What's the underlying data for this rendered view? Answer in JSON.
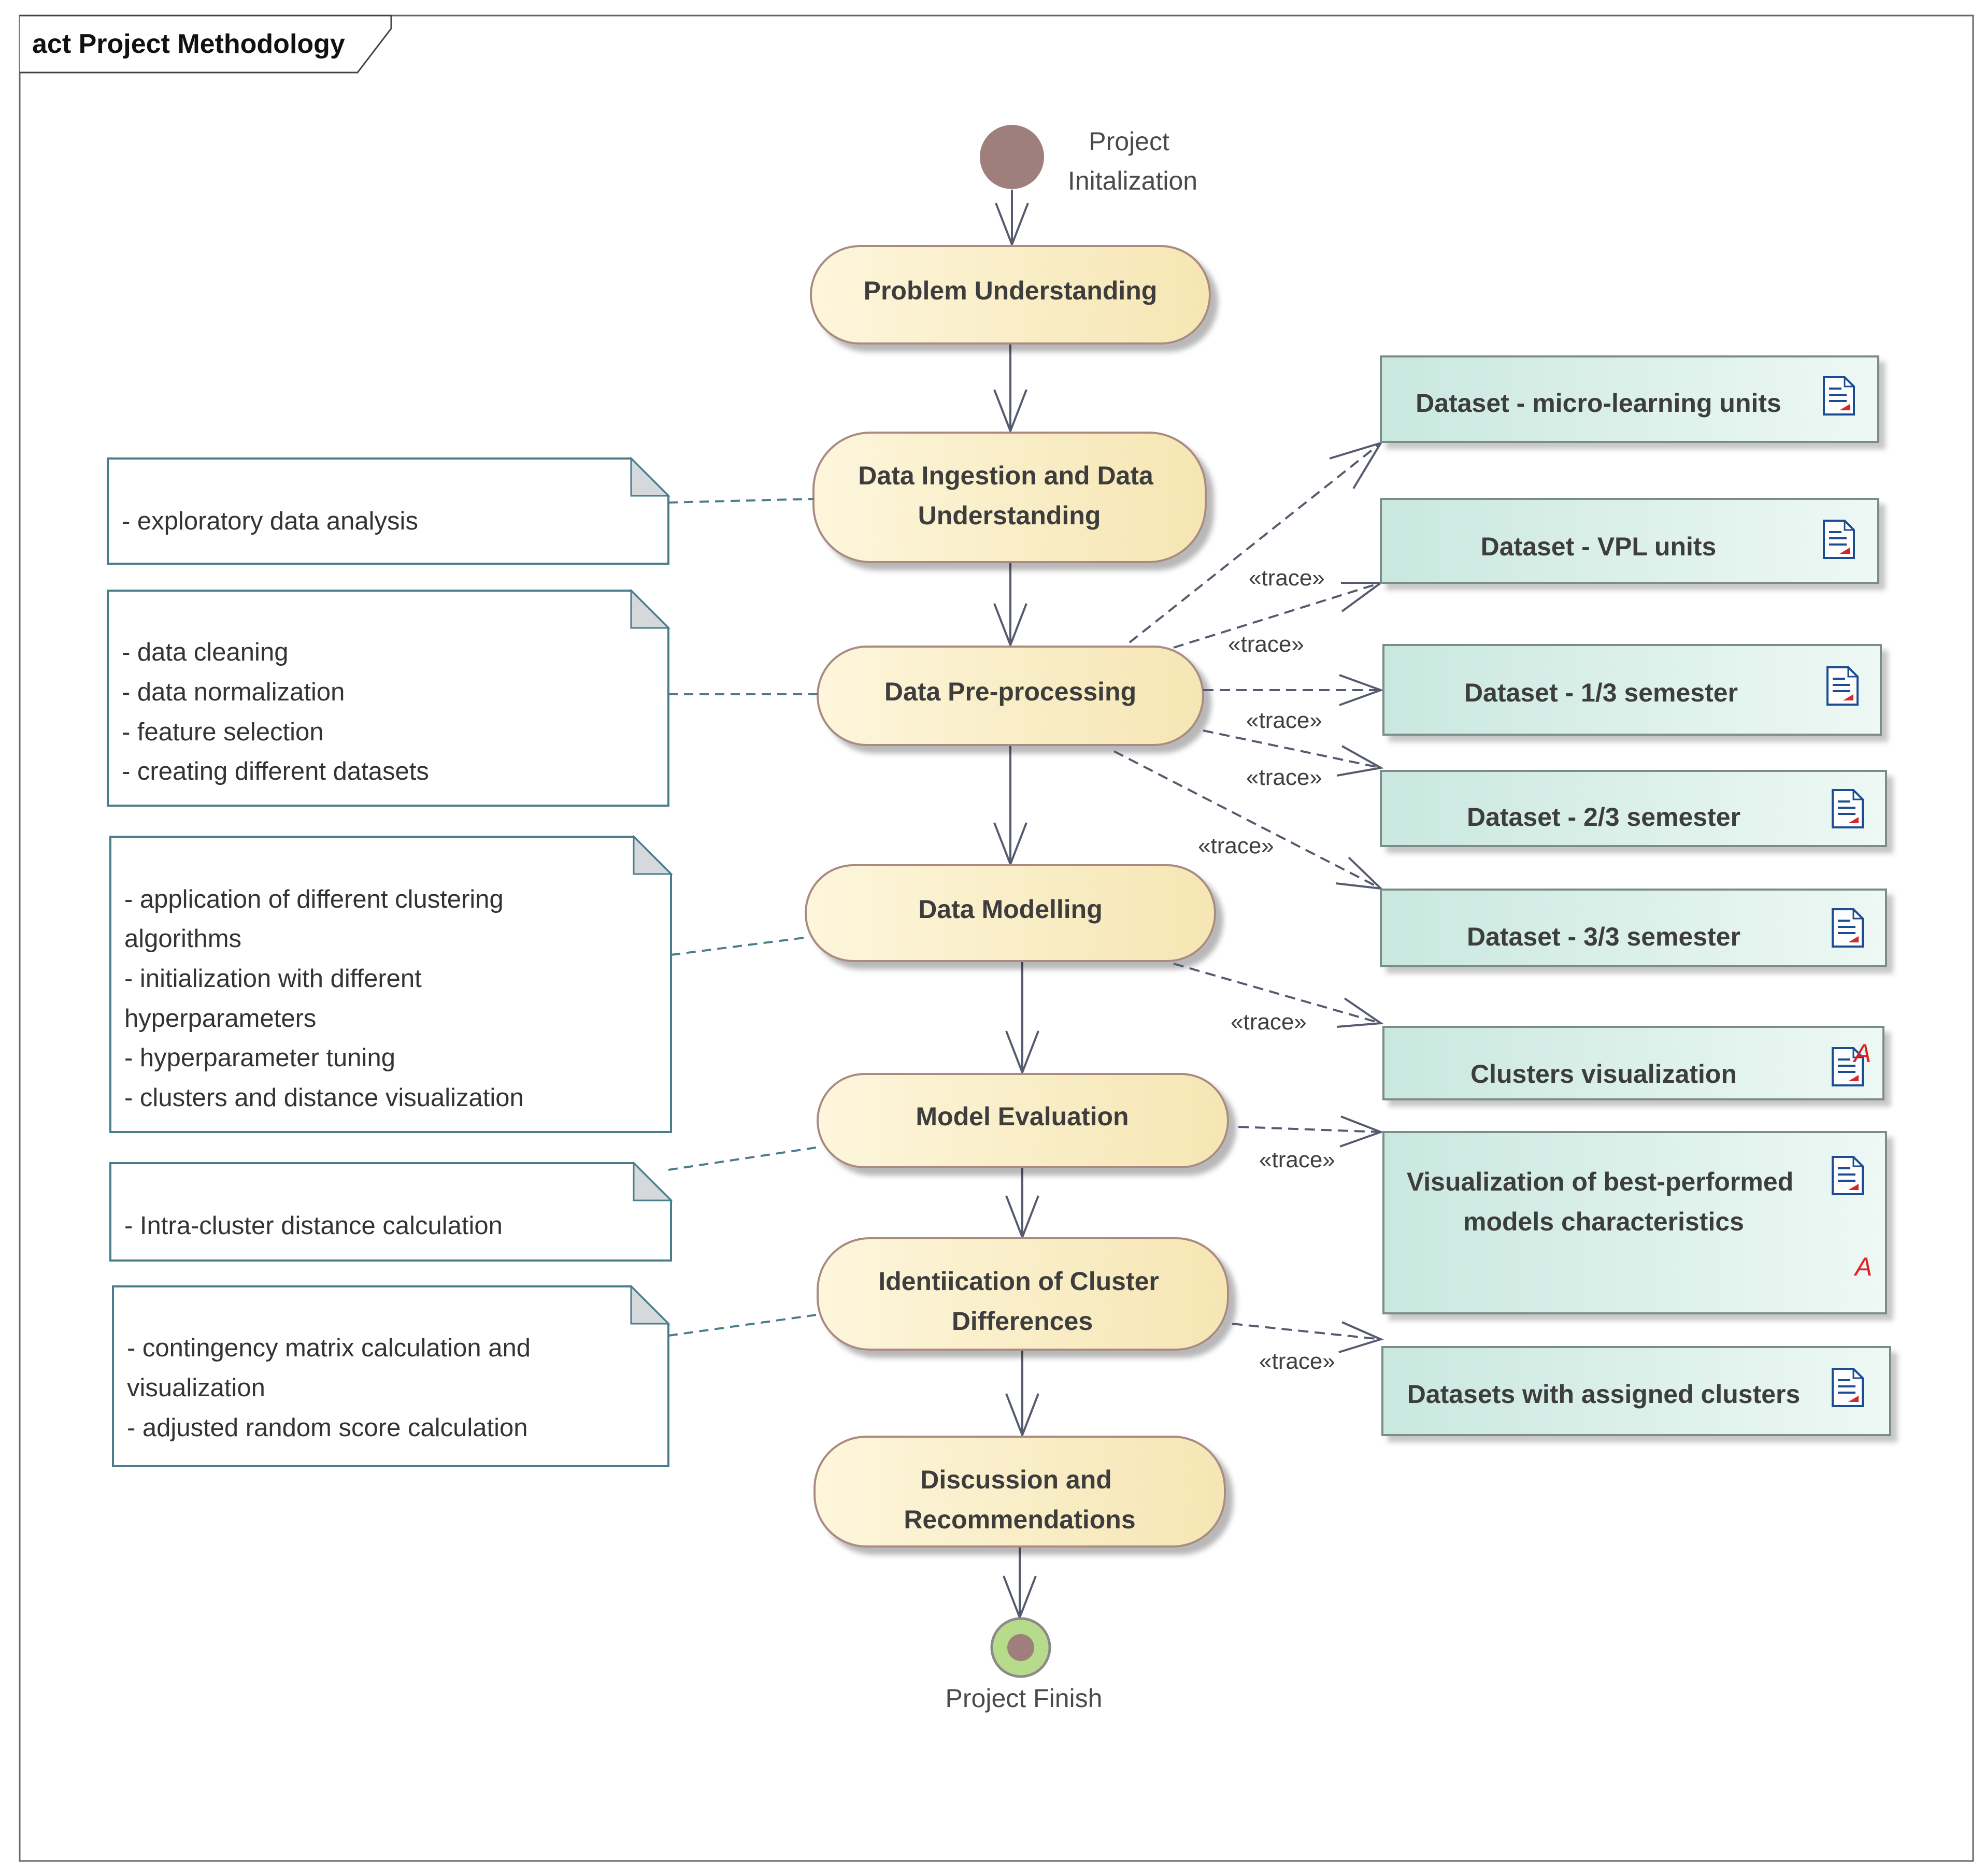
{
  "frame": {
    "title": "act Project Methodology"
  },
  "initial_node": {
    "label_lines": [
      "Project",
      "Initalization"
    ]
  },
  "final_node": {
    "label": "Project Finish"
  },
  "activities": [
    {
      "id": "problem",
      "lines": [
        "Problem Understanding"
      ]
    },
    {
      "id": "ingest",
      "lines": [
        "Data Ingestion and Data",
        "Understanding"
      ]
    },
    {
      "id": "preproc",
      "lines": [
        "Data Pre-processing"
      ]
    },
    {
      "id": "model",
      "lines": [
        "Data Modelling"
      ]
    },
    {
      "id": "eval",
      "lines": [
        "Model Evaluation"
      ]
    },
    {
      "id": "ident",
      "lines": [
        "Identiication of Cluster",
        "Differences"
      ]
    },
    {
      "id": "disc",
      "lines": [
        "Discussion and",
        "Recommendations"
      ]
    }
  ],
  "notes": [
    {
      "id": "n1",
      "lines": [
        "- exploratory data analysis"
      ]
    },
    {
      "id": "n2",
      "lines": [
        "- data cleaning",
        "- data normalization",
        "- feature selection",
        "- creating different datasets"
      ]
    },
    {
      "id": "n3",
      "lines": [
        "- application of different clustering",
        "algorithms",
        "- initialization with different",
        "hyperparameters",
        "- hyperparameter tuning",
        "- clusters and distance visualization"
      ]
    },
    {
      "id": "n4",
      "lines": [
        "- Intra-cluster distance calculation"
      ]
    },
    {
      "id": "n5",
      "lines": [
        "- contingency matrix calculation and",
        "visualization",
        "- adjusted random score calculation"
      ]
    }
  ],
  "artifacts": [
    {
      "id": "a1",
      "lines": [
        "Dataset - micro-learning units"
      ],
      "icon": "document-icon"
    },
    {
      "id": "a2",
      "lines": [
        "Dataset - VPL units"
      ],
      "icon": "document-icon"
    },
    {
      "id": "a3",
      "lines": [
        "Dataset - 1/3 semester"
      ],
      "icon": "document-icon"
    },
    {
      "id": "a4",
      "lines": [
        "Dataset - 2/3 semester"
      ],
      "icon": "document-icon"
    },
    {
      "id": "a5",
      "lines": [
        "Dataset - 3/3 semester"
      ],
      "icon": "document-icon"
    },
    {
      "id": "a6",
      "lines": [
        "Clusters visualization"
      ],
      "icon": "document-icon",
      "marker": "A"
    },
    {
      "id": "a7",
      "lines": [
        "Visualization of best-performed",
        "models characteristics"
      ],
      "icon": "document-icon",
      "marker": "A"
    },
    {
      "id": "a8",
      "lines": [
        "Datasets with assigned clusters"
      ],
      "icon": "document-icon"
    }
  ],
  "trace_label": "«trace»",
  "colors": {
    "activity_fill_start": "#fdf6dc",
    "activity_fill_end": "#f7e8b6",
    "activity_stroke": "#a98b82",
    "artifact_fill_start": "#cdeae2",
    "artifact_fill_end": "#eaf6f2",
    "artifact_stroke": "#7b8d88",
    "note_stroke": "#4a7d8c",
    "connector": "#555a6e",
    "initial_node": "#9e7f7b",
    "final_ring": "#b6dc8b"
  }
}
